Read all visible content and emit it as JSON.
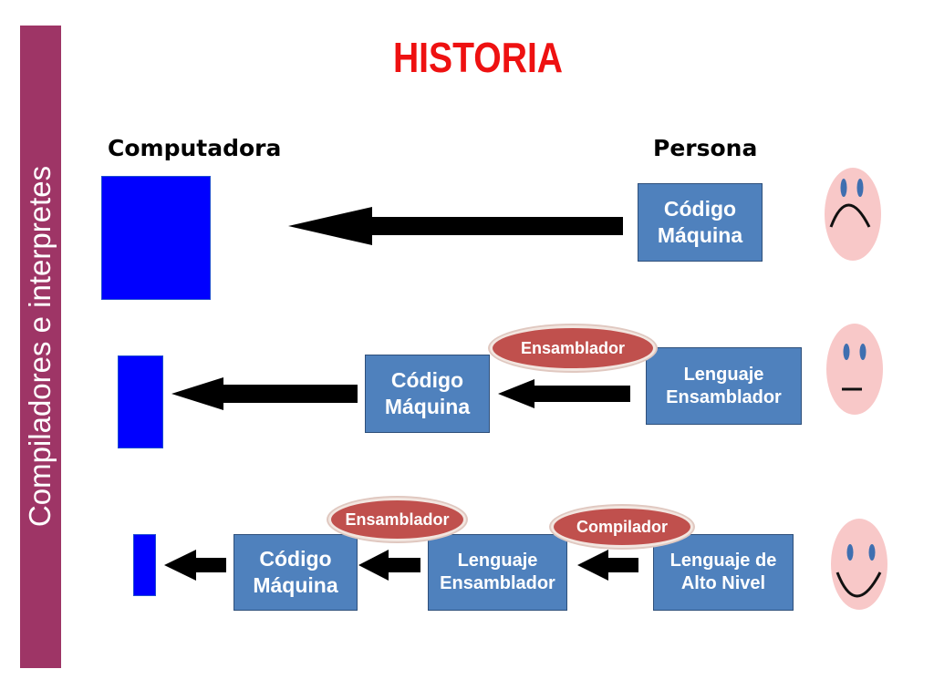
{
  "sidebar": {
    "text": "Compiladores e interpretes"
  },
  "title": "HISTORIA",
  "headers": {
    "left": "Computadora",
    "right": "Persona"
  },
  "rows": [
    {
      "boxes": [
        {
          "text": "Código\nMáquina"
        }
      ],
      "translators": [],
      "face": "sad-face-icon"
    },
    {
      "boxes": [
        {
          "text": "Código\nMáquina"
        },
        {
          "text": "Lenguaje\nEnsamblador"
        }
      ],
      "translators": [
        "Ensamblador"
      ],
      "face": "neutral-face-icon"
    },
    {
      "boxes": [
        {
          "text": "Código\nMáquina"
        },
        {
          "text": "Lenguaje\nEnsamblador"
        },
        {
          "text": "Lenguaje de\nAlto Nivel"
        }
      ],
      "translators": [
        "Ensamblador",
        "Compilador"
      ],
      "face": "happy-face-icon"
    }
  ],
  "colors": {
    "sidebar": "#9e3566",
    "title": "#ee1111",
    "computer": "#0000ff",
    "box": "#4f81bd",
    "translator": "#c0504d",
    "face": "#f8c8c8",
    "eyes": "#3f6fb0"
  }
}
